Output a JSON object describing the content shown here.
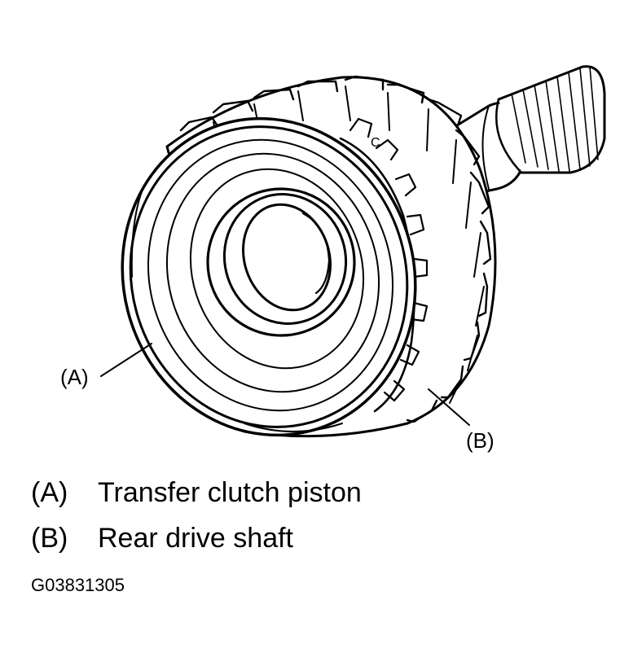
{
  "callouts": {
    "a": "(A)",
    "b": "(B)"
  },
  "part_mark": "C",
  "legend": [
    {
      "key": "(A)",
      "label": "Transfer clutch piston"
    },
    {
      "key": "(B)",
      "label": "Rear drive shaft"
    }
  ],
  "figure_id": "G03831305"
}
